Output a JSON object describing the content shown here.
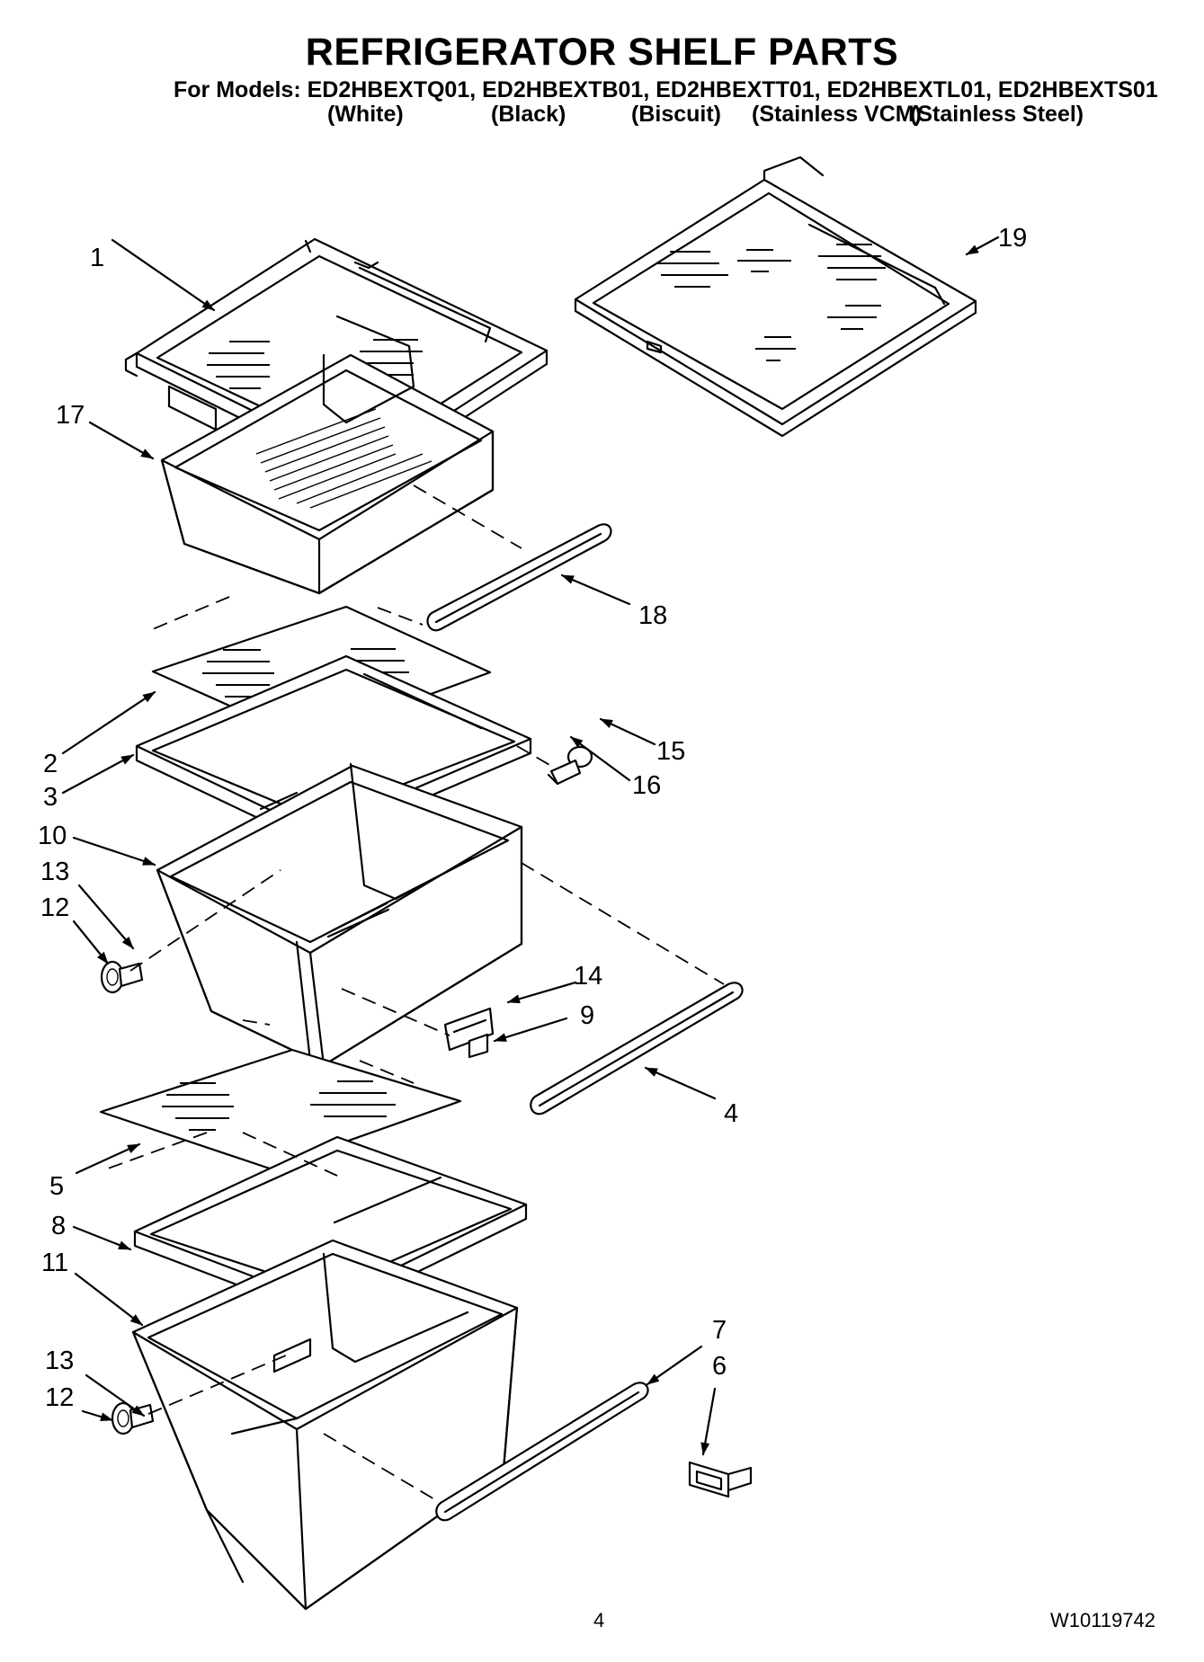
{
  "header": {
    "title": "REFRIGERATOR SHELF PARTS",
    "models_line": "For Models: ED2HBEXTQ01, ED2HBEXTB01, ED2HBEXTT01, ED2HBEXTL01, ED2HBEXTS01",
    "variants": [
      "(White)",
      "(Black)",
      "(Biscuit)",
      "(Stainless VCM)",
      "(Stainless Steel)"
    ]
  },
  "callouts": {
    "c1": "1",
    "c19": "19",
    "c17": "17",
    "c18": "18",
    "c2": "2",
    "c3": "3",
    "c15": "15",
    "c16": "16",
    "c10": "10",
    "c13a": "13",
    "c12a": "12",
    "c14": "14",
    "c9": "9",
    "c4": "4",
    "c5": "5",
    "c8": "8",
    "c11": "11",
    "c7": "7",
    "c6": "6",
    "c13b": "13",
    "c12b": "12"
  },
  "footer": {
    "page_number": "4",
    "doc_number": "W10119742"
  }
}
